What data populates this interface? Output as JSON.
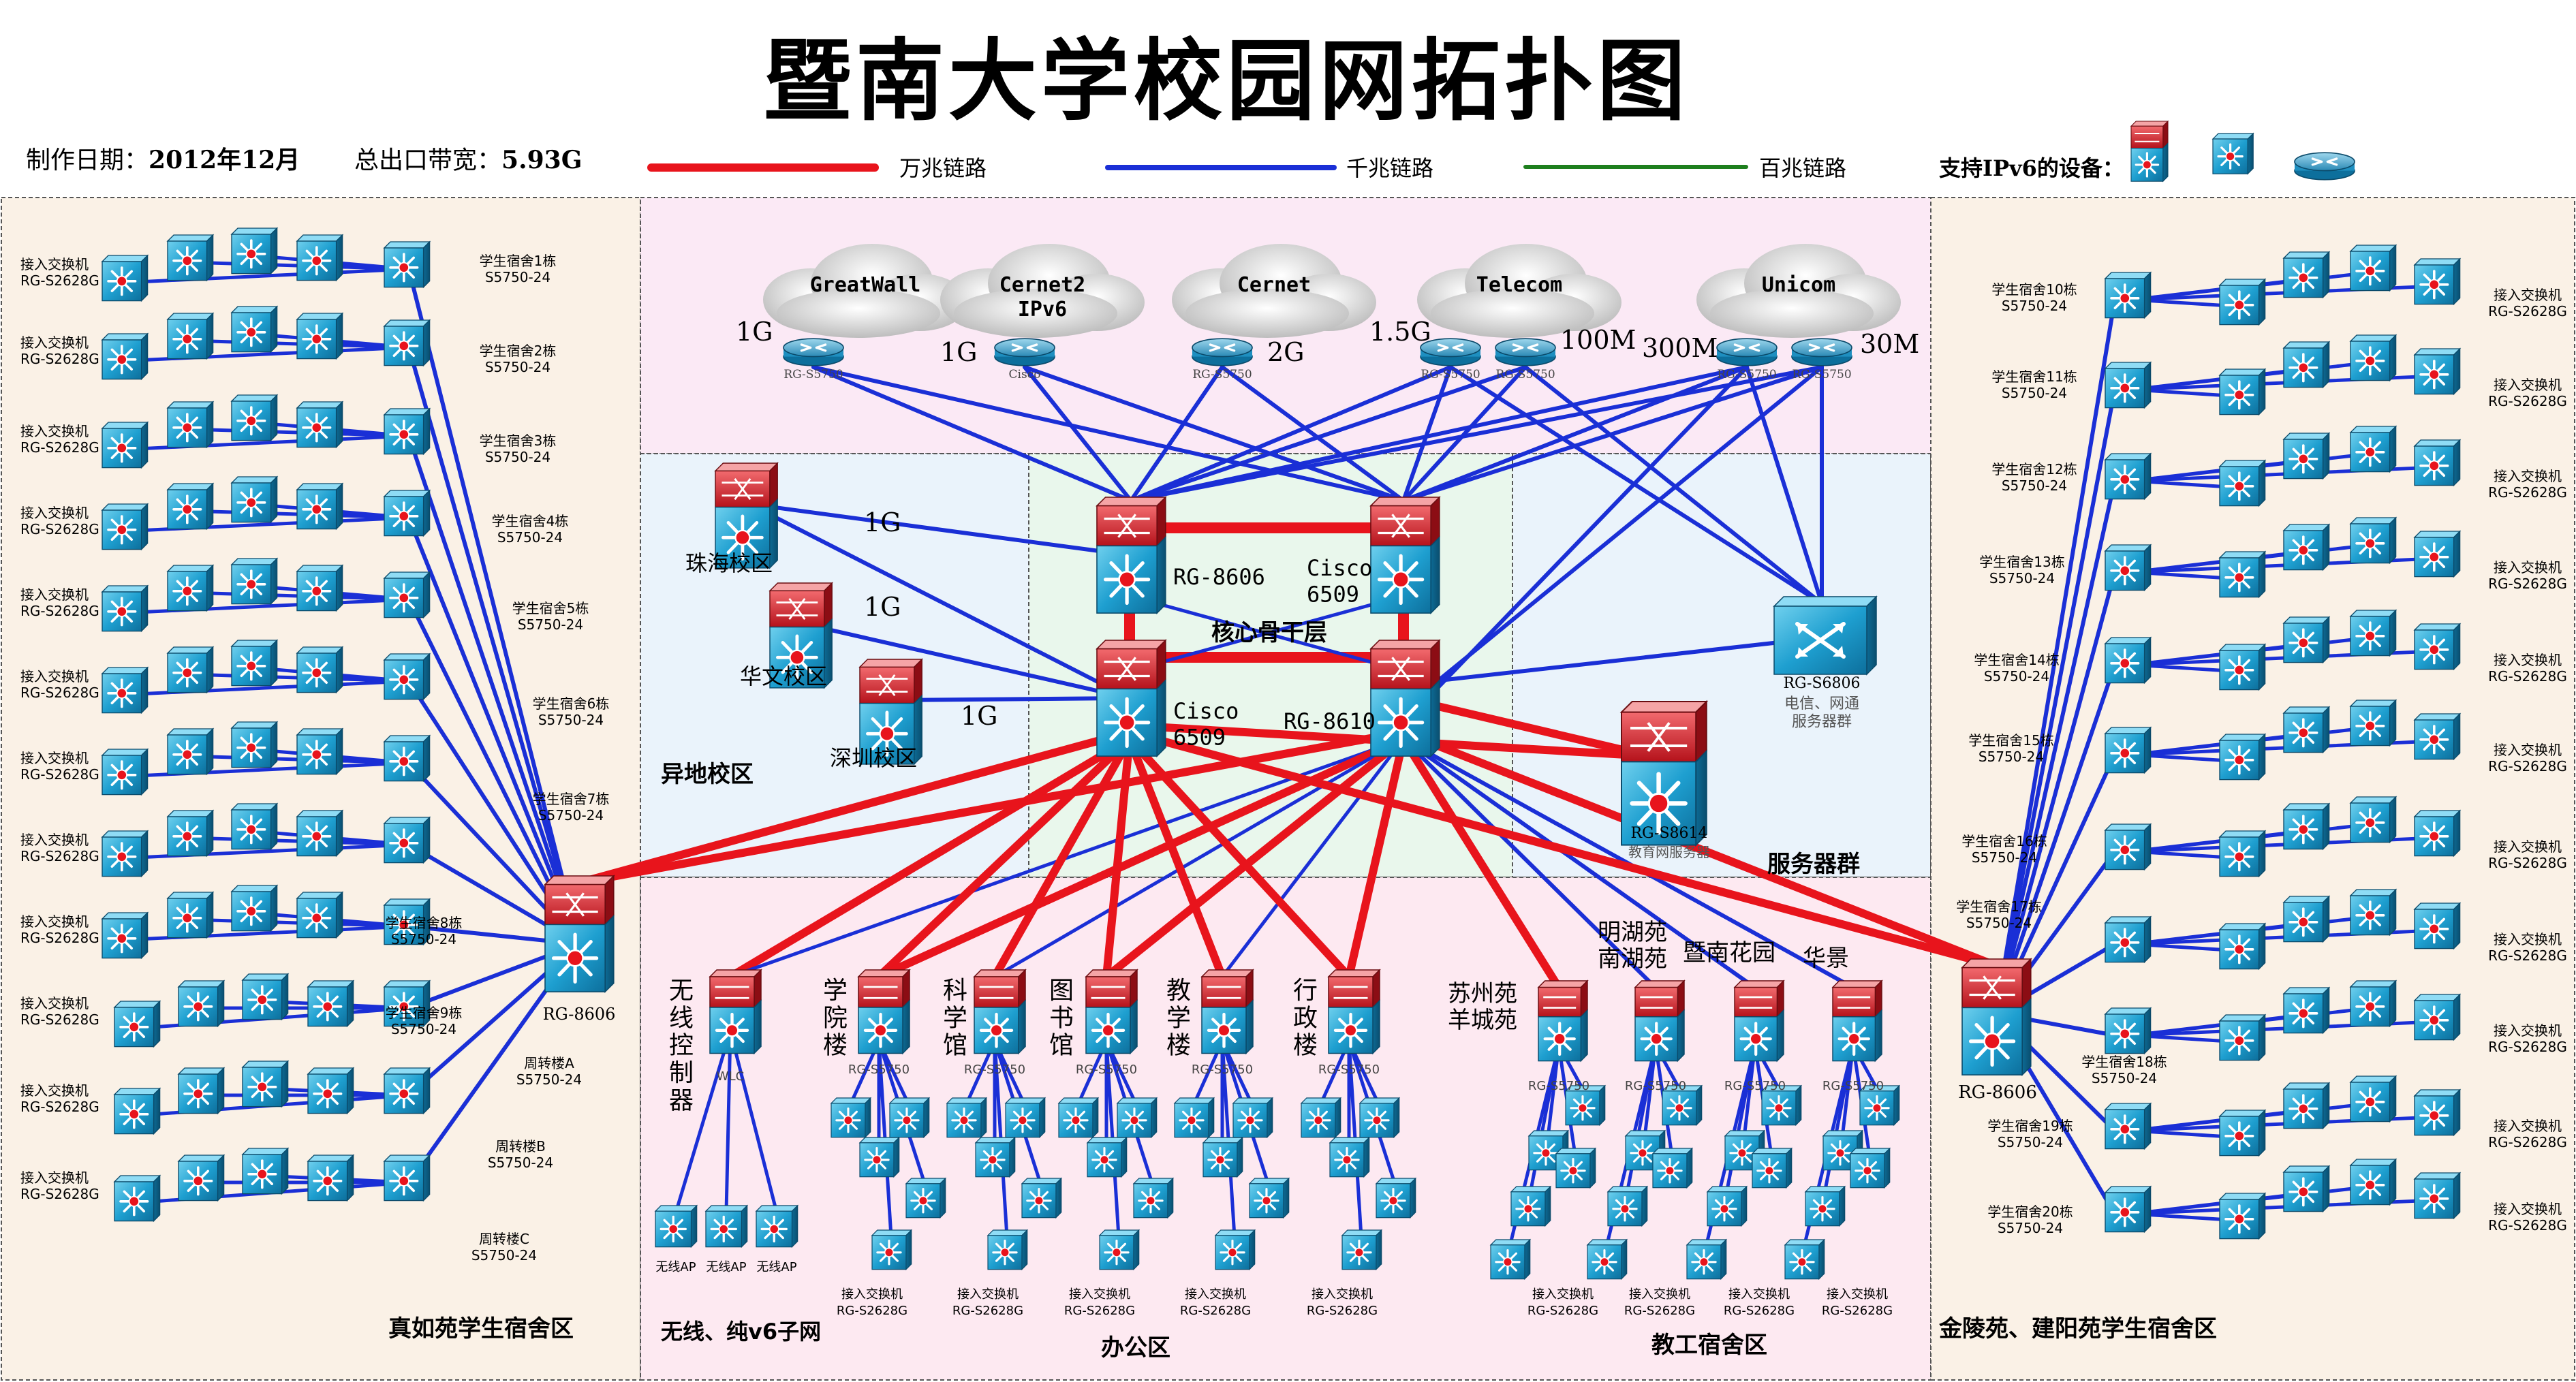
{
  "title": "暨南大学校园网拓扑图",
  "header": {
    "date_label": "制作日期：",
    "date_value": "2012年12月",
    "bandwidth_label": "总出口带宽：",
    "bandwidth_value": "5.93G"
  },
  "legend": {
    "ten_g": "万兆链路",
    "one_g": "千兆链路",
    "hundred_m": "百兆链路",
    "ipv6": "支持IPv6的设备："
  },
  "colors": {
    "ten_g": "#e8141c",
    "one_g": "#1a2fd6",
    "hundred_m": "#1e7f1e",
    "left_zone": "#faf1e6",
    "center_top_zone": "#fbe9f5",
    "center_mid_zone": "#eaf3fb",
    "core_zone": "#e9f7ec",
    "center_bottom_zone": "#fde9f1",
    "right_zone": "#faf1e6"
  },
  "isps": [
    {
      "name": "GreatWall",
      "bw": "1G",
      "router": "RG-S5750"
    },
    {
      "name": "Cernet2\nIPv6",
      "bw": "1G",
      "router": "Cisco"
    },
    {
      "name": "Cernet",
      "bw": "2G",
      "router": "RG-S5750"
    },
    {
      "name": "Telecom",
      "bw": "1.5G",
      "bw2": "100M",
      "router": "RG-S5750",
      "router2": "RG-S5750"
    },
    {
      "name": "Unicom",
      "bw": "300M",
      "bw2": "30M",
      "router": "RG-S5750",
      "router2": "RG-S5750"
    }
  ],
  "core": {
    "label": "核心骨干层",
    "tl": "RG-8606",
    "tr": "Cisco\n6509",
    "bl": "Cisco\n6509",
    "br": "RG-8610"
  },
  "remote": {
    "label": "异地校区",
    "campuses": [
      {
        "name": "珠海校区",
        "bw": "1G"
      },
      {
        "name": "华文校区",
        "bw": "1G"
      },
      {
        "name": "深圳校区",
        "bw": "1G"
      }
    ]
  },
  "servers": {
    "label": "服务器群",
    "s6806": "RG-S6806",
    "s6806_desc": "电信、网通\n服务器群",
    "s8614": "RG-S8614",
    "s8614_desc": "教育网服务器"
  },
  "left_zone": {
    "label": "真如苑学生宿舍区",
    "agg": "RG-8606",
    "access_label": "接入交换机",
    "access_model": "RG-S2628G",
    "buildings": [
      {
        "name": "学生宿舍1栋",
        "model": "S5750-24"
      },
      {
        "name": "学生宿舍2栋",
        "model": "S5750-24"
      },
      {
        "name": "学生宿舍3栋",
        "model": "S5750-24"
      },
      {
        "name": "学生宿舍4栋",
        "model": "S5750-24"
      },
      {
        "name": "学生宿舍5栋",
        "model": "S5750-24"
      },
      {
        "name": "学生宿舍6栋",
        "model": "S5750-24"
      },
      {
        "name": "学生宿舍7栋",
        "model": "S5750-24"
      },
      {
        "name": "学生宿舍8栋",
        "model": "S5750-24"
      },
      {
        "name": "学生宿舍9栋",
        "model": "S5750-24"
      },
      {
        "name": "周转楼A",
        "model": "S5750-24"
      },
      {
        "name": "周转楼B",
        "model": "S5750-24"
      },
      {
        "name": "周转楼C",
        "model": "S5750-24"
      }
    ]
  },
  "right_zone": {
    "label": "金陵苑、建阳苑学生宿舍区",
    "agg": "RG-8606",
    "access_label": "接入交换机",
    "access_model": "RG-S2628G",
    "buildings": [
      {
        "name": "学生宿舍10栋",
        "model": "S5750-24"
      },
      {
        "name": "学生宿舍11栋",
        "model": "S5750-24"
      },
      {
        "name": "学生宿舍12栋",
        "model": "S5750-24"
      },
      {
        "name": "学生宿舍13栋",
        "model": "S5750-24"
      },
      {
        "name": "学生宿舍14栋",
        "model": "S5750-24"
      },
      {
        "name": "学生宿舍15栋",
        "model": "S5750-24"
      },
      {
        "name": "学生宿舍16栋",
        "model": "S5750-24"
      },
      {
        "name": "学生宿舍17栋",
        "model": "S5750-24"
      },
      {
        "name": "学生宿舍18栋",
        "model": "S5750-24"
      },
      {
        "name": "学生宿舍19栋",
        "model": "S5750-24"
      },
      {
        "name": "学生宿舍20栋",
        "model": "S5750-24"
      }
    ]
  },
  "bottom": {
    "wireless_label": "无线、纯v6子网",
    "office_label": "办公区",
    "staff_label": "教工宿舍区",
    "wlc": "无线控制器",
    "ap": "无线AP",
    "access_label": "接入交换机",
    "access_model": "RG-S2628G",
    "agg_model": "RG-S5750",
    "office_buildings": [
      "学院楼",
      "科学馆",
      "图书馆",
      "教学楼",
      "行政楼"
    ],
    "staff_areas": [
      "苏州苑\n羊城苑",
      "明湖苑\n南湖苑",
      "暨南花园",
      "华景"
    ]
  }
}
